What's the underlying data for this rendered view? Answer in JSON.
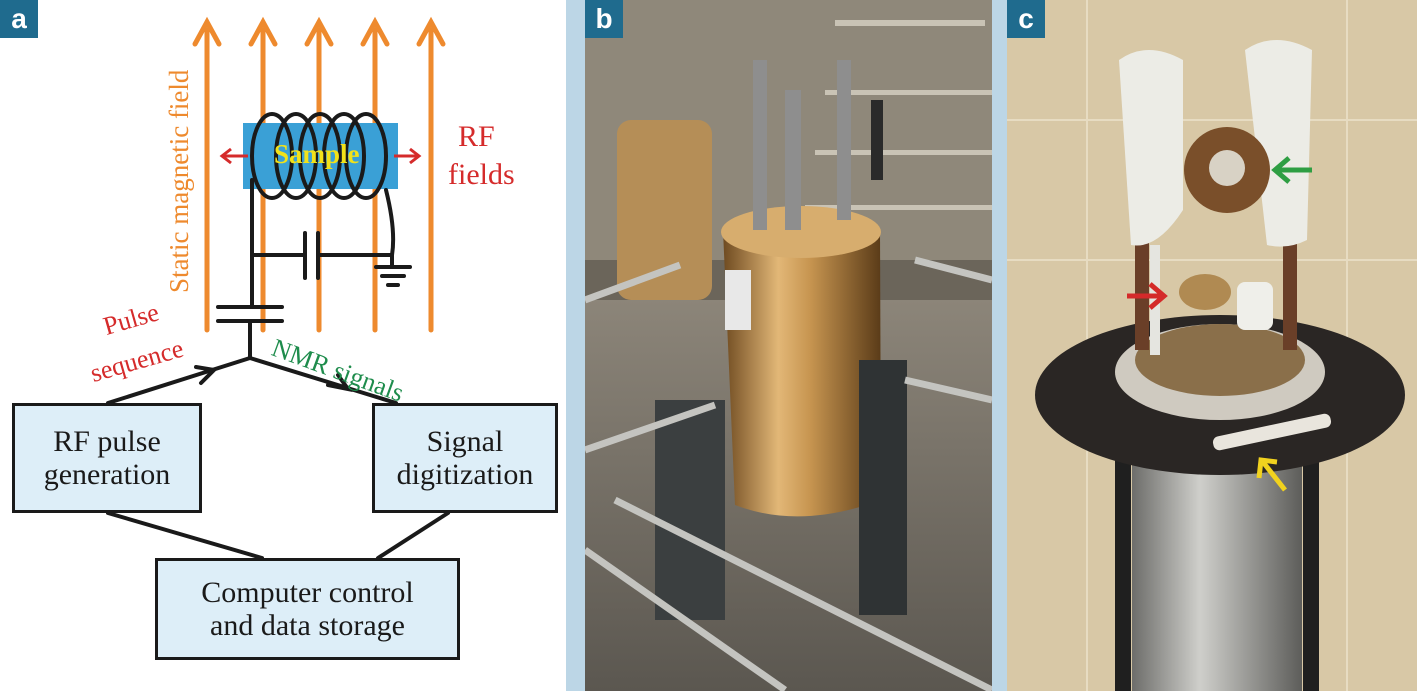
{
  "panels": {
    "a": {
      "tag": "a"
    },
    "b": {
      "tag": "b"
    },
    "c": {
      "tag": "c"
    }
  },
  "diagram": {
    "field_label": "Static magnetic field",
    "sample_label": "Sample",
    "rf_line1": "RF",
    "rf_line2": "fields",
    "pulse_line1": "Pulse",
    "pulse_line2": "sequence",
    "nmr_signals": "NMR signals",
    "rf_box_line1": "RF pulse",
    "rf_box_line2": "generation",
    "sig_box_line1": "Signal",
    "sig_box_line2": "digitization",
    "comp_box_line1": "Computer control",
    "comp_box_line2": "and data storage"
  },
  "colors": {
    "field_arrows": "#ee8a2e",
    "sample": "#3aa0d6",
    "sample_text": "#f2e21a",
    "rf_arrows": "#d52b2b",
    "tag_bg": "#1f6b8e",
    "box_fill": "#ddeef8"
  },
  "photos": {
    "b": {
      "subject": "NMR superconducting magnet on platform"
    },
    "c": {
      "subject": "NMR probe head",
      "arrows": [
        "green",
        "red",
        "yellow"
      ]
    }
  }
}
